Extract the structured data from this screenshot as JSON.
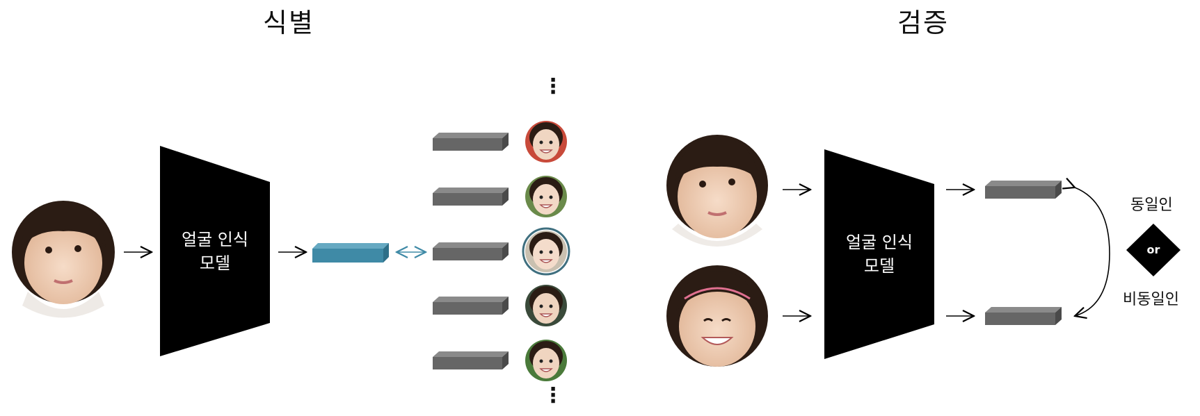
{
  "identification": {
    "title": "식별",
    "model_label_line1": "얼굴 인식",
    "model_label_line2": "모델",
    "gallery_more_top": "⋮",
    "gallery_more_bottom": "⋮",
    "gallery_size": 5,
    "matched_index": 2
  },
  "verification": {
    "title": "검증",
    "model_label_line1": "얼굴 인식",
    "model_label_line2": "모델",
    "same_label": "동일인",
    "or_label": "or",
    "different_label": "비동일인"
  },
  "colors": {
    "model_body": "#000000",
    "query_embedding": "#3f8aa6",
    "gallery_embedding": "#666666",
    "match_arrow": "#3f8aa6",
    "match_ring": "#3f6f7f"
  }
}
